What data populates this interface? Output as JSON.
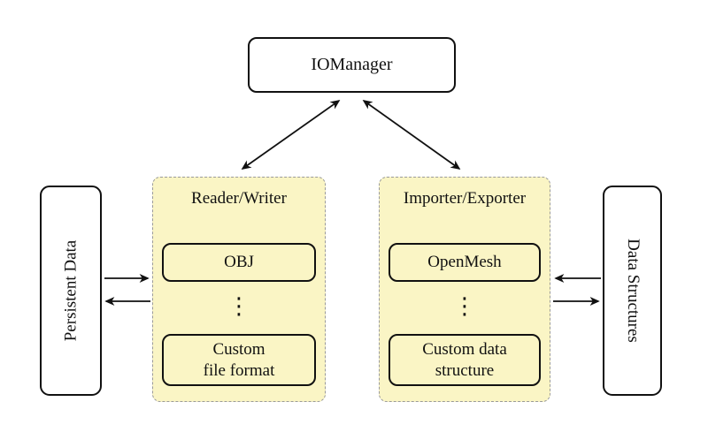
{
  "colors": {
    "background": "#ffffff",
    "group_fill": "#faf5c5",
    "group_border": "#9a9a9a",
    "node_border": "#111111",
    "node_fill": "#ffffff",
    "arrow": "#111111"
  },
  "nodes": {
    "iomanager": {
      "label": "IOManager"
    },
    "persistent_data": {
      "label": "Persistent Data"
    },
    "data_structures": {
      "label": "Data Structures"
    },
    "reader_writer": {
      "title": "Reader/Writer",
      "top_item": "OBJ",
      "dots": "⋮",
      "bottom_item": "Custom\nfile format"
    },
    "importer_exporter": {
      "title": "Importer/Exporter",
      "top_item": "OpenMesh",
      "dots": "⋮",
      "bottom_item": "Custom data\nstructure"
    }
  }
}
